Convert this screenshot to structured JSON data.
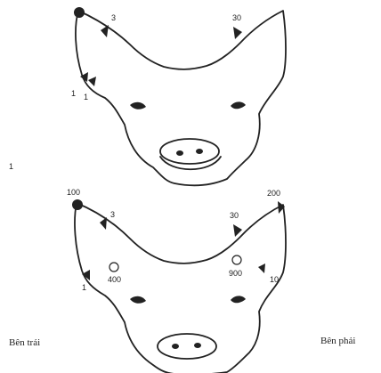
{
  "top_pig": {
    "labels": {
      "left_tip": "3",
      "left_base_1": "1",
      "left_base_2": "1",
      "right_tip": "30"
    }
  },
  "figure_marker": "1",
  "bottom_pig": {
    "labels": {
      "left_top": "100",
      "left_tip": "3",
      "left_base": "1",
      "left_hole": "400",
      "right_top": "200",
      "right_tip": "30",
      "right_hole": "900",
      "right_base": "10"
    }
  },
  "captions": {
    "left": "Bên trái",
    "right": "Bên phải"
  }
}
